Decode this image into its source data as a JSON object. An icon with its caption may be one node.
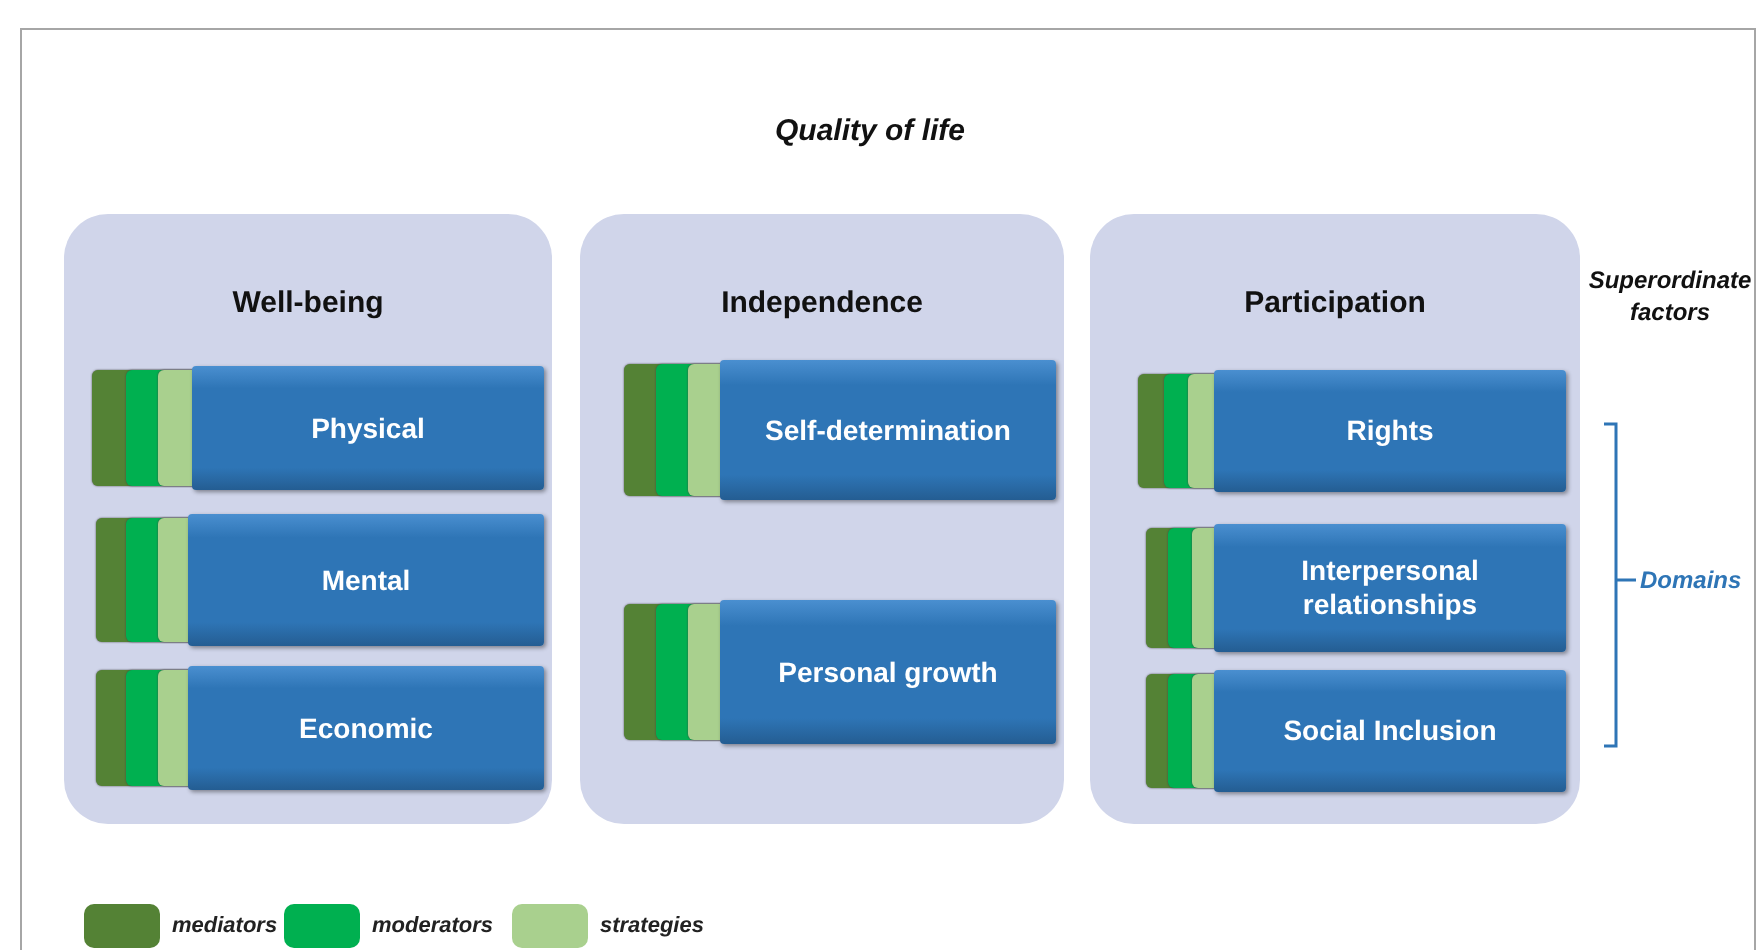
{
  "diagram": {
    "title": "Quality of life",
    "nodes": [
      {
        "text": [
          "Well-being"
        ]
      },
      {
        "text": [
          "Physical"
        ],
        "in": 0
      },
      {
        "text": [
          "Mental"
        ],
        "in": 0
      },
      {
        "text": [
          "Economic"
        ],
        "in": 0
      },
      {
        "text": [
          "Independence"
        ]
      },
      {
        "text": [
          "Self-determination"
        ],
        "in": 4
      },
      {
        "text": [
          "Personal growth"
        ],
        "in": 4
      },
      {
        "text": [
          "Participation"
        ]
      },
      {
        "text": [
          "Rights"
        ],
        "in": 7
      },
      {
        "text": [
          "Interpersonal relationships"
        ],
        "in": 7
      },
      {
        "text": [
          "Social Inclusion"
        ],
        "in": 7
      }
    ],
    "labels": [
      "Superordinate factors",
      "Domains"
    ],
    "legend": [
      {
        "text": "mediators",
        "color": "#548235"
      },
      {
        "text": "moderators",
        "color": "#00b050"
      },
      {
        "text": "strategies",
        "color": "#a9d08e"
      }
    ]
  }
}
